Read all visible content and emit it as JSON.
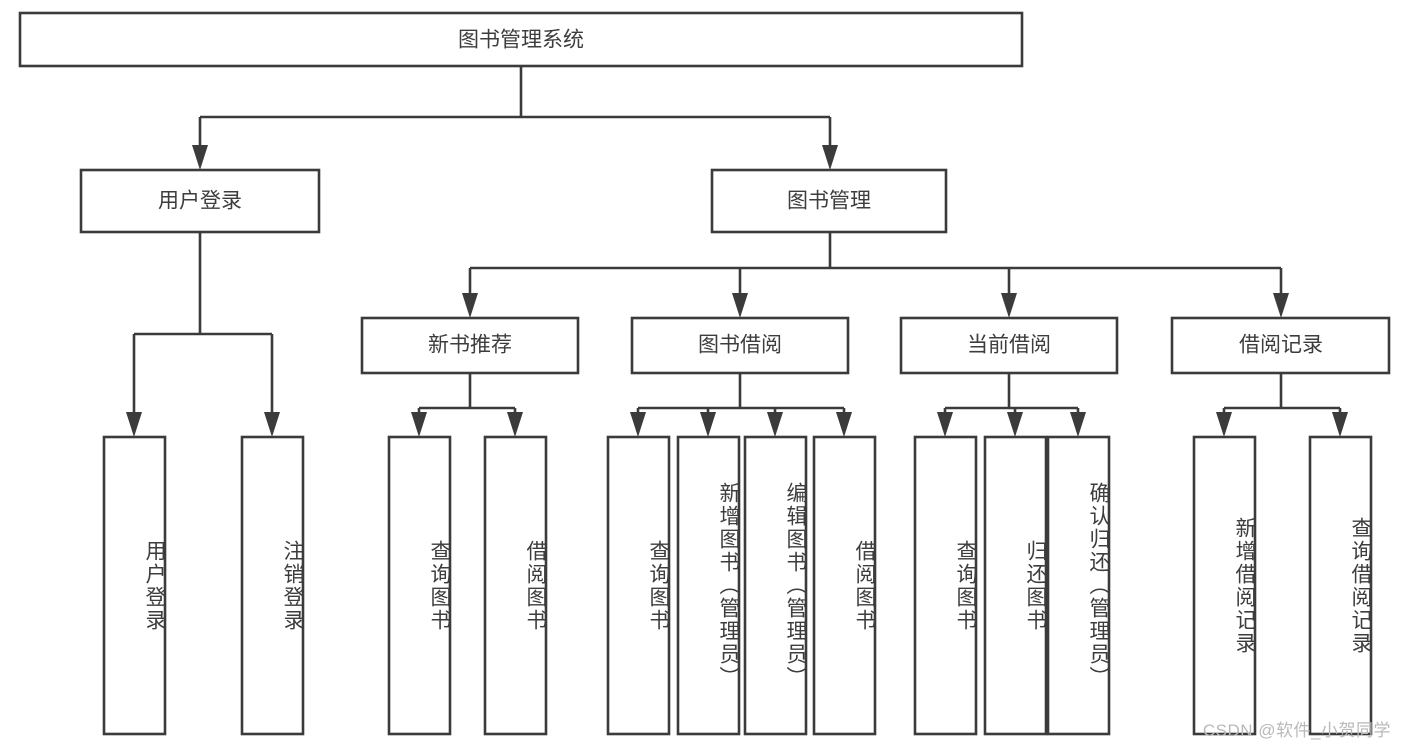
{
  "diagram": {
    "type": "tree-hierarchy",
    "title": "图书管理系统",
    "watermark": "CSDN @软件_小贺同学",
    "colors": {
      "stroke": "#3b3b3b",
      "box_fill": "#ffffff",
      "text": "#3d3d3d",
      "background": "#ffffff",
      "watermark": "#b9b9b9"
    },
    "root": {
      "label": "图书管理系统",
      "orientation": "horizontal"
    },
    "level2": [
      {
        "label": "用户登录",
        "orientation": "horizontal"
      },
      {
        "label": "图书管理",
        "orientation": "horizontal"
      }
    ],
    "level3": [
      {
        "label": "新书推荐",
        "orientation": "horizontal",
        "parent": "图书管理"
      },
      {
        "label": "图书借阅",
        "orientation": "horizontal",
        "parent": "图书管理"
      },
      {
        "label": "当前借阅",
        "orientation": "horizontal",
        "parent": "图书管理"
      },
      {
        "label": "借阅记录",
        "orientation": "horizontal",
        "parent": "图书管理"
      }
    ],
    "leaves": {
      "用户登录": [
        {
          "label": "用户登录",
          "orientation": "vertical"
        },
        {
          "label": "注销登录",
          "orientation": "vertical"
        }
      ],
      "新书推荐": [
        {
          "label": "查询图书",
          "orientation": "vertical"
        },
        {
          "label": "借阅图书",
          "orientation": "vertical"
        }
      ],
      "图书借阅": [
        {
          "label": "查询图书",
          "orientation": "vertical"
        },
        {
          "label": "新增图书（管理员）",
          "orientation": "vertical"
        },
        {
          "label": "编辑图书（管理员）",
          "orientation": "vertical"
        },
        {
          "label": "借阅图书",
          "orientation": "vertical"
        }
      ],
      "当前借阅": [
        {
          "label": "查询图书",
          "orientation": "vertical"
        },
        {
          "label": "归还图书",
          "orientation": "vertical"
        },
        {
          "label": "确认归还（管理员）",
          "orientation": "vertical"
        }
      ],
      "借阅记录": [
        {
          "label": "新增借阅记录",
          "orientation": "vertical"
        },
        {
          "label": "查询借阅记录",
          "orientation": "vertical"
        }
      ]
    }
  }
}
